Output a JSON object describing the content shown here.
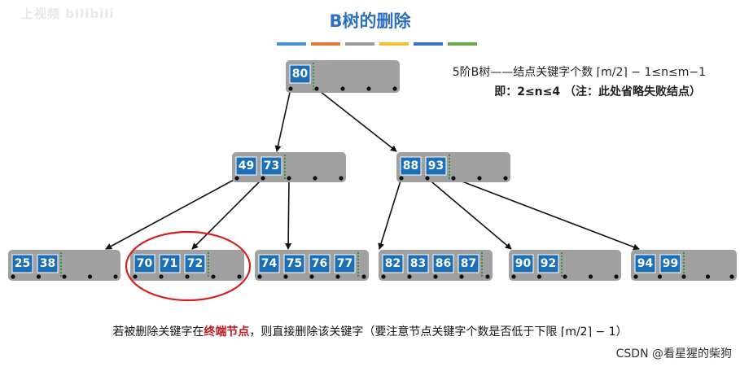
{
  "watermark": "上视频 bilibili",
  "title": "B树的删除",
  "accent_colors": [
    "#4a90d9",
    "#e07b39",
    "#9b9b9b",
    "#f1c232",
    "#3c6fc2",
    "#6aa84f"
  ],
  "rule": {
    "line1": "5阶B树——结点关键字个数 ⌈m/2⌉ − 1≤n≤m−1",
    "line2": "即：2≤n≤4 （注：此处省略失败结点）"
  },
  "tree": {
    "root": [
      "80"
    ],
    "level1": [
      [
        "49",
        "73"
      ],
      [
        "88",
        "93"
      ]
    ],
    "leaves": [
      [
        "25",
        "38"
      ],
      [
        "70",
        "71",
        "72"
      ],
      [
        "74",
        "75",
        "76",
        "77"
      ],
      [
        "82",
        "83",
        "86",
        "87"
      ],
      [
        "90",
        "92"
      ],
      [
        "94",
        "99"
      ]
    ],
    "highlighted_leaf": 1
  },
  "footer": {
    "before": "若被删除关键字在",
    "highlight": "终端节点",
    "after": "，则直接删除该关键字（要注意节点关键字个数是否低于下限 ⌈m/2⌉ − 1）"
  },
  "credit": "CSDN @看星猩的柴狗",
  "colors": {
    "title": "#2e6fbf",
    "key_fill": "#1a6fb6",
    "node_fill": "#a0a0a0",
    "highlight_ring": "#d51f1f",
    "footer_highlight": "#c0161c"
  }
}
